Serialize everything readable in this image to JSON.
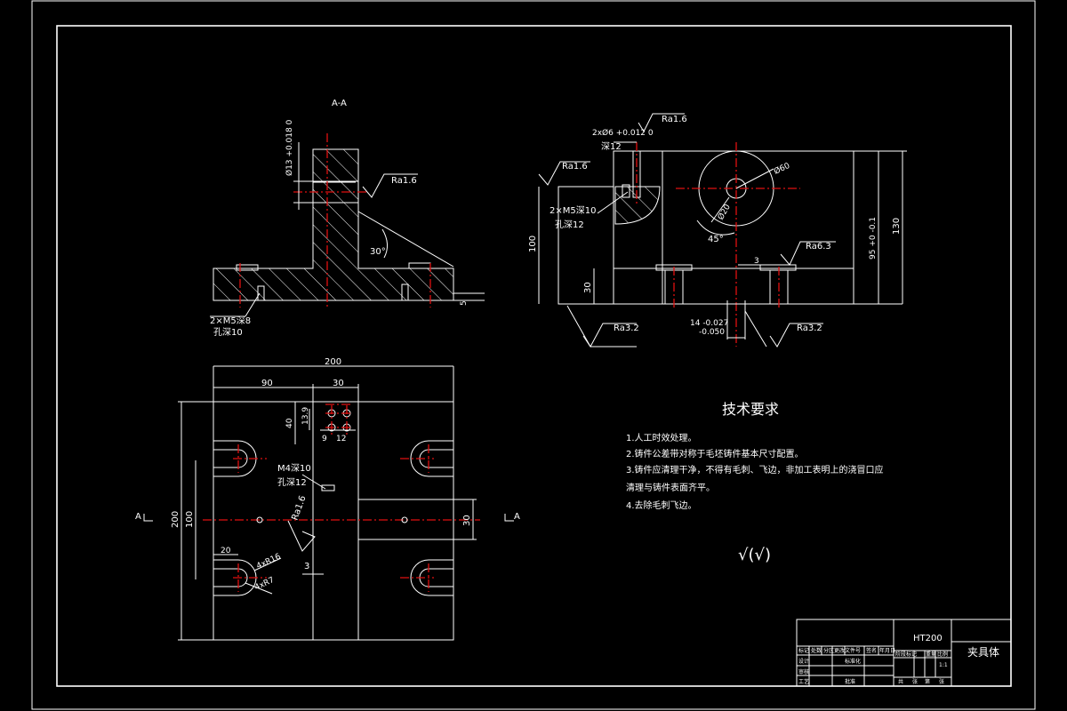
{
  "section_label": "A-A",
  "left_section": {
    "tol_label": "Ø13 +0.018 0",
    "ra_top": "Ra1.6",
    "angle": "30°",
    "hole_note_1": "2×M5深8",
    "hole_note_2": "孔深10",
    "dim_5": "5"
  },
  "right_view": {
    "tol_label": "2xØ6 +0.012 0",
    "depth_label": "深12",
    "ra_top": "Ra1.6",
    "ra_left": "Ra1.6",
    "hole_note_1": "2×M5深10",
    "hole_note_2": "孔深12",
    "dia_60": "Ø60",
    "dia_20": "Ø20",
    "angle": "45°",
    "dim_3": "3",
    "ra_mid": "Ra6.3",
    "dim_100": "100",
    "dim_30": "30",
    "dim_95": "95 +0 -0.1",
    "dim_130": "130",
    "ra_bl": "Ra3.2",
    "ra_br": "Ra3.2",
    "slot_label_1": "14 -0.027",
    "slot_label_2": "-0.050"
  },
  "plan_view": {
    "dim_200_top": "200",
    "dim_90": "90",
    "dim_30_top": "30",
    "dim_40": "40",
    "dim_13_9": "13.9",
    "dim_9": "9",
    "dim_12": "12",
    "dim_200_left": "200",
    "dim_100": "100",
    "note_m4": "M4深10",
    "note_hole": "孔深12",
    "ra": "Ra1.6",
    "dim_30_right": "30",
    "dim_20": "20",
    "dim_3": "3",
    "r16": "4xR16",
    "r7": "4xR7",
    "sec_left": "A",
    "sec_right": "A"
  },
  "tech": {
    "title": "技术要求",
    "items": [
      "1.人工时效处理。",
      "2.铸件公差带对称于毛坯铸件基本尺寸配置。",
      "3.铸件应清理干净，不得有毛刺、飞边，非加工表明上的浇冒口应",
      "清理与铸件表面齐平。",
      "4.去除毛刺飞边。"
    ],
    "roughness_symbol": "√(√)"
  },
  "title_block": {
    "material": "HT200",
    "part_name": "夹具体",
    "scale": "1:1",
    "row_labels": [
      "设计",
      "审核",
      "工艺"
    ],
    "header_cells": [
      "标记",
      "处数",
      "分区",
      "更改文件号",
      "签名",
      "年月日"
    ],
    "stage_cells": [
      "阶段标记",
      "重量",
      "比例"
    ],
    "sheet_cells": [
      "共",
      "张",
      "第",
      "张"
    ],
    "small_labels": [
      "标准化",
      "批准"
    ]
  }
}
